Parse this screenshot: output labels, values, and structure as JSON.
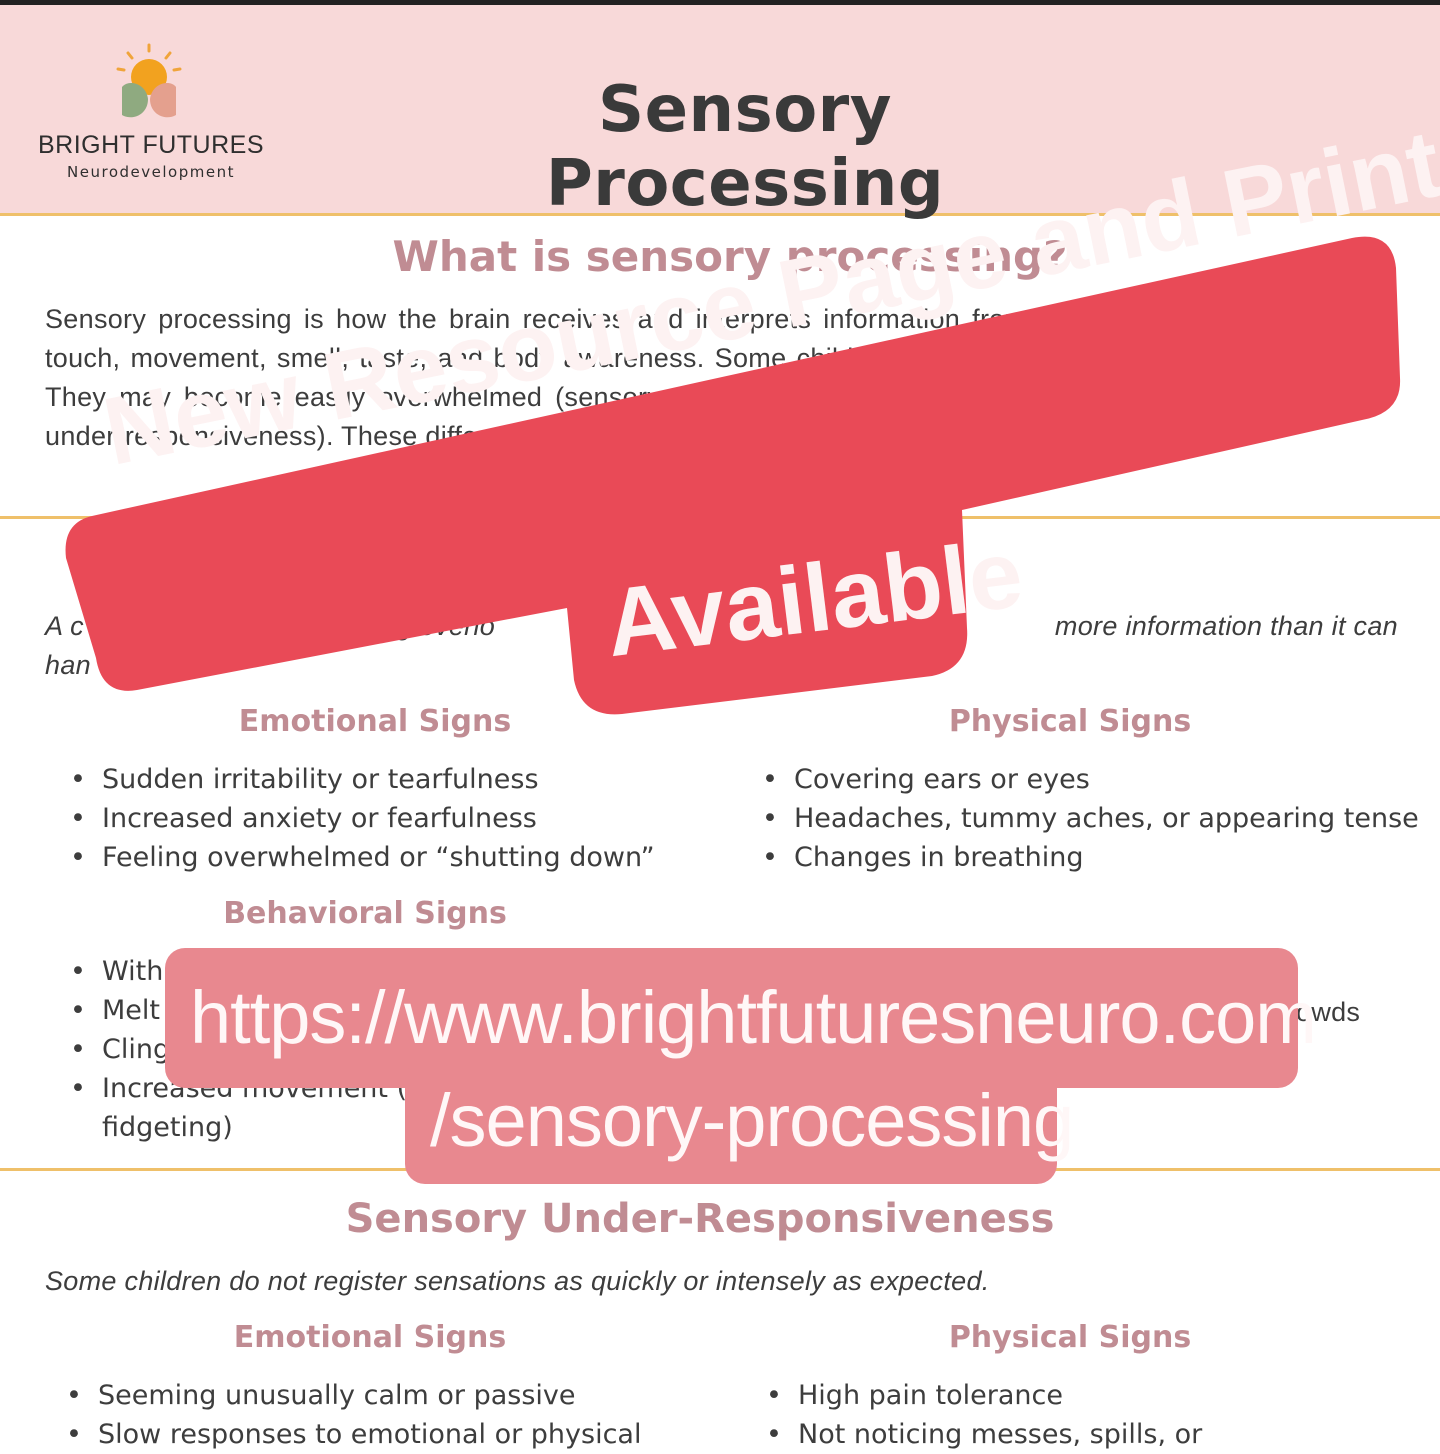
{
  "header": {
    "brand_name": "BRIGHT FUTURES",
    "brand_sub": "Neurodevelopment",
    "title": "Sensory Processing"
  },
  "intro": {
    "heading": "What is sensory processing?",
    "paragraph": "Sensory processing is how the brain receives and interprets information from the senses — sound, sight, touch, movement, smell, taste, and body awareness. Some children process sensory information differently. They may become easily overwhelmed (sensory overload) or need more input to feel regulated (sensory under-responsiveness). These differences are valid and can be understood and supported."
  },
  "overload": {
    "intro_left": "A c",
    "intro_mid": "ing overlo",
    "intro_right": "more information than it can",
    "intro_line2": "han",
    "emotional": {
      "heading": "Emotional Signs",
      "items": [
        "Sudden irritability or tearfulness",
        "Increased anxiety or fearfulness",
        "Feeling overwhelmed or “shutting down”"
      ]
    },
    "physical": {
      "heading": "Physical Signs",
      "items": [
        "Covering ears or eyes",
        "Headaches, tummy aches, or appearing tense",
        "Changes in breathing"
      ]
    },
    "behavioral": {
      "heading": "Behavioral Signs",
      "items": [
        "With",
        "Melt",
        "Cling",
        "Increased movement (e.g. fidgeting)"
      ]
    },
    "right_fragment": "owds"
  },
  "under": {
    "heading": "Sensory Under-Responsiveness",
    "intro": "Some children do not register sensations as quickly or intensely as expected.",
    "emotional": {
      "heading": "Emotional Signs",
      "items": [
        "Seeming unusually calm or passive",
        "Slow responses to emotional or physical"
      ]
    },
    "physical": {
      "heading": "Physical Signs",
      "items": [
        "High pain tolerance",
        "Not noticing messes, spills, or"
      ]
    }
  },
  "overlay": {
    "banner_line1": "New Resource Page and Printable",
    "banner_line2": "Available",
    "url_line1": "https://www.brightfuturesneuro.com",
    "url_line2": "/sensory-processing",
    "banner_color": "#e94a57",
    "url_color": "#e8888f"
  },
  "colors": {
    "header_bg": "#f8d9d9",
    "accent_rule": "#efc06a",
    "heading_pink": "#c08c93",
    "text": "#3d3d3d"
  }
}
